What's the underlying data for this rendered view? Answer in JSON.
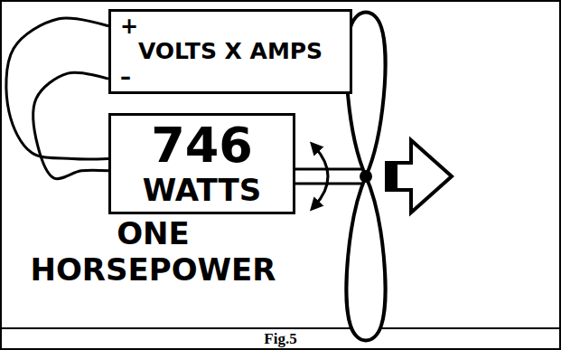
{
  "diagram": {
    "caption": "Fig.5",
    "nodes": [
      {
        "text": [
          "+",
          "VOLTS X AMPS",
          "–"
        ]
      },
      {
        "text": [
          "746",
          "WATTS",
          "ONE HORSEPOWER"
        ]
      }
    ],
    "edges": [
      {
        "from": 0,
        "to": 1,
        "arrow": "none"
      },
      {
        "from": 0,
        "to": 1,
        "arrow": "none"
      }
    ]
  }
}
